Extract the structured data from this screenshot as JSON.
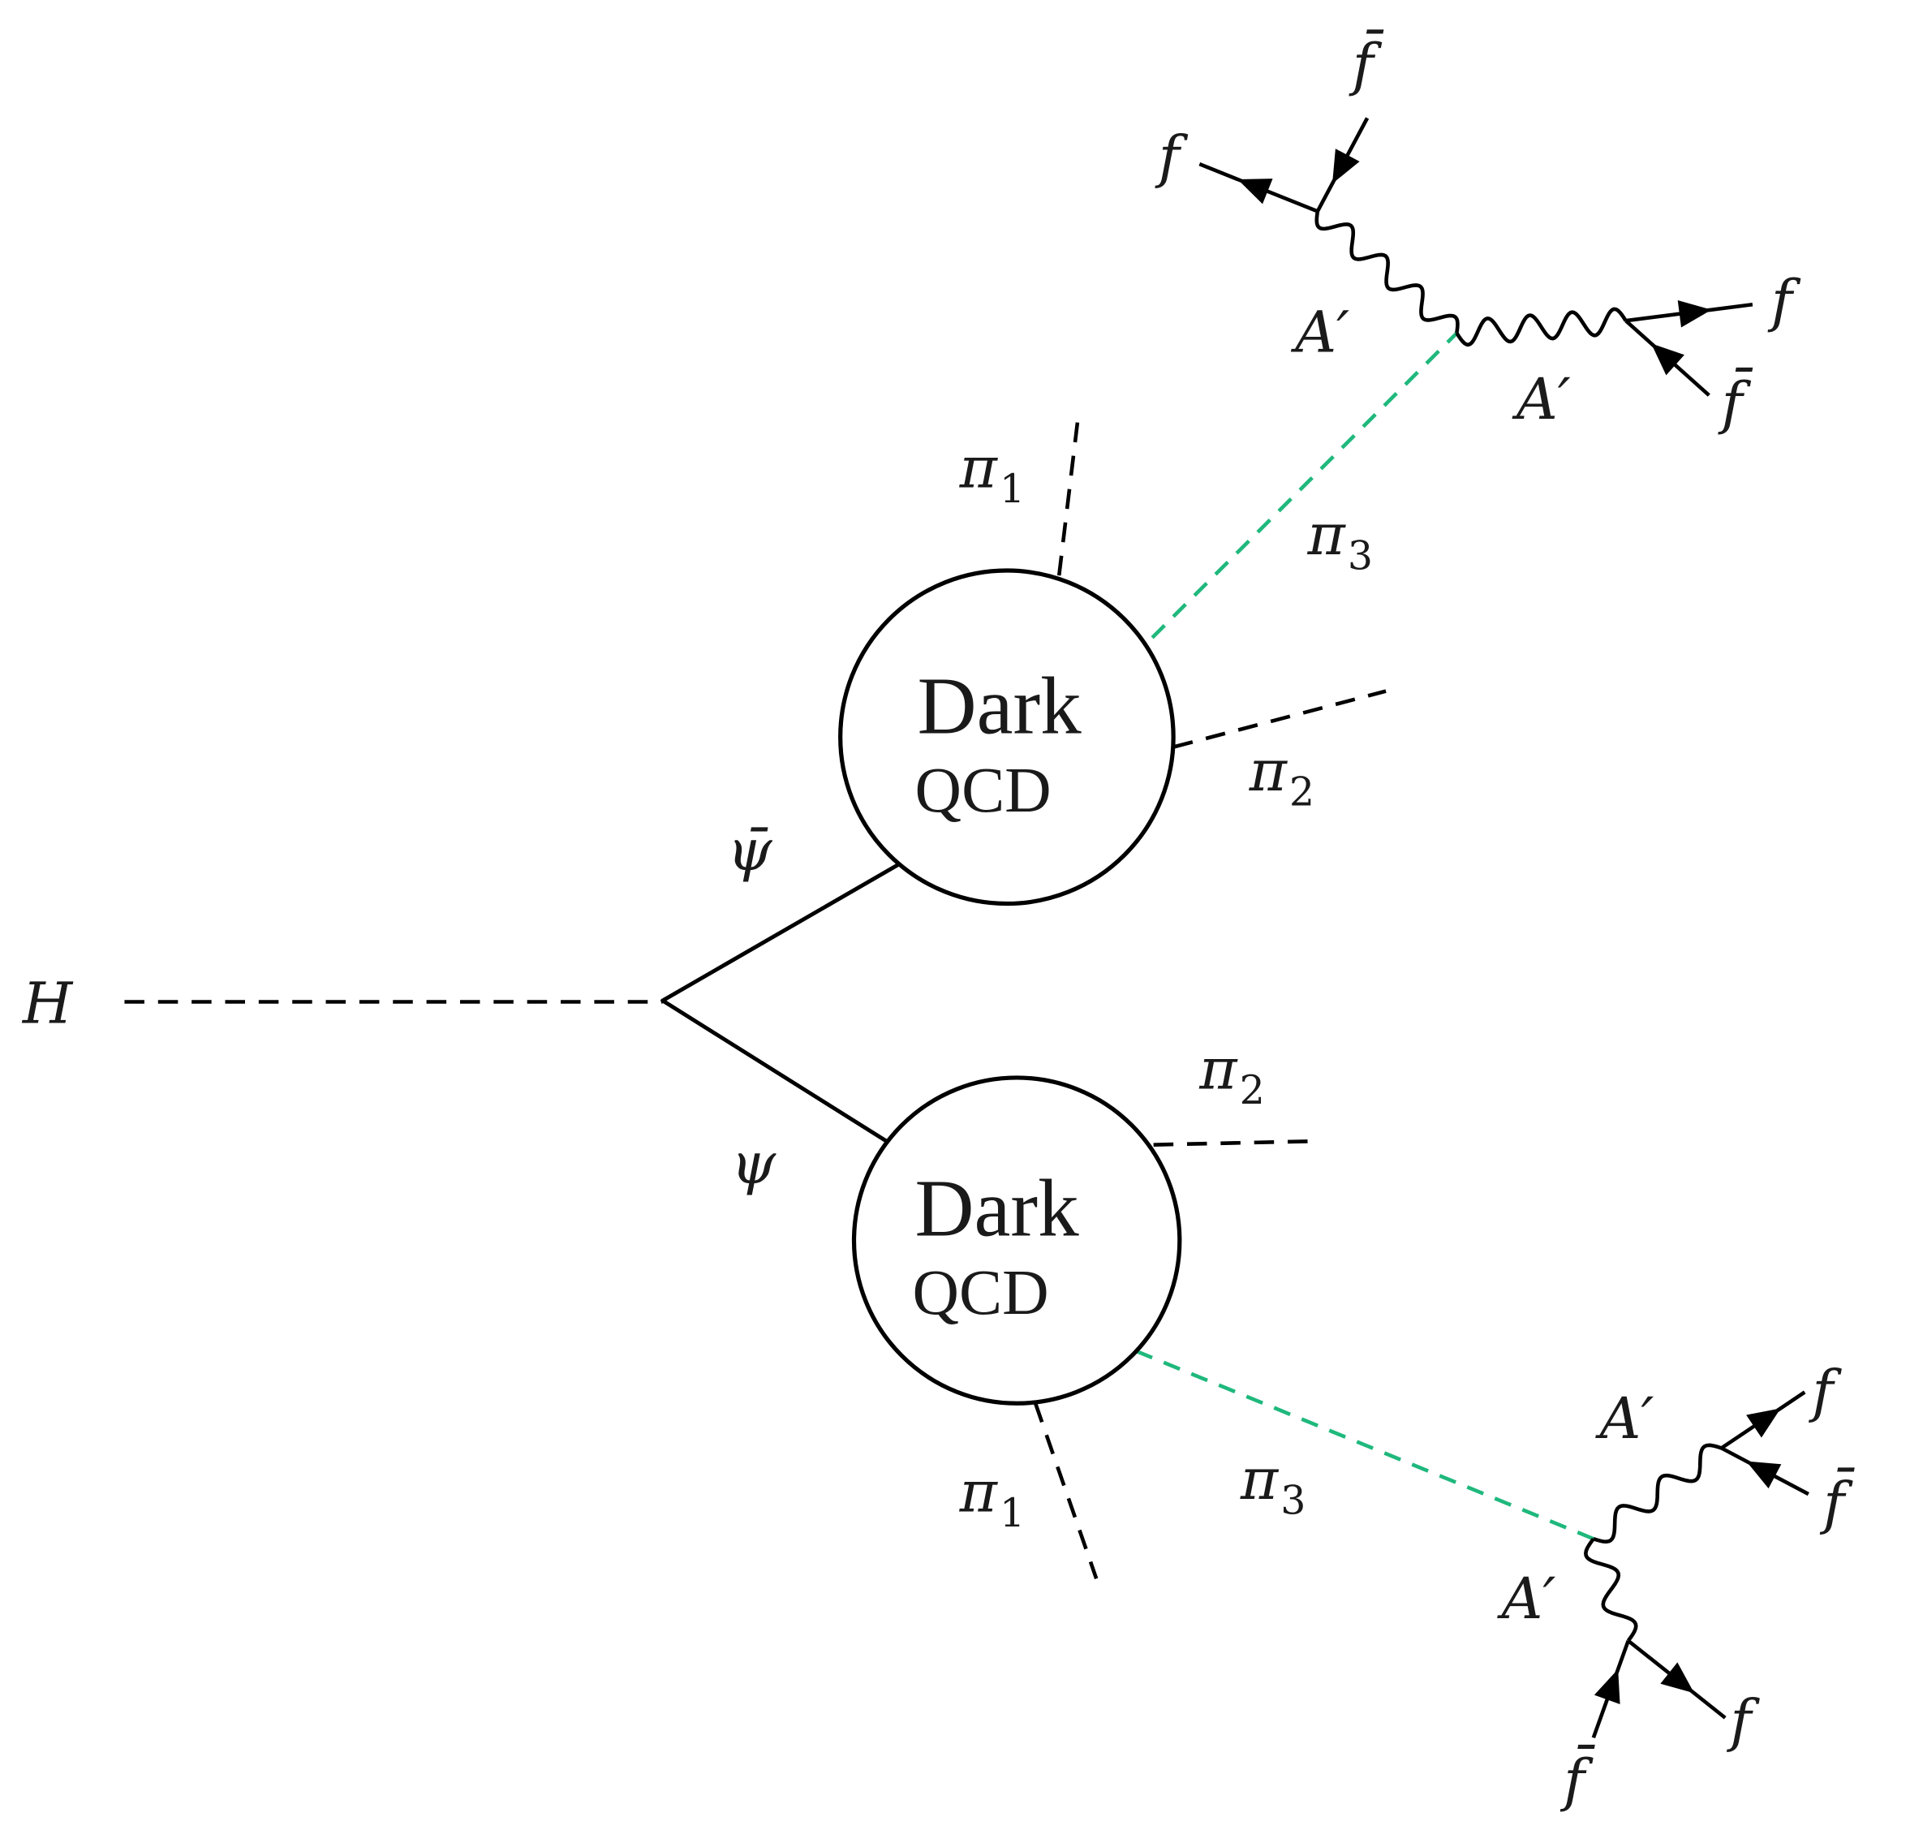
{
  "diagram": {
    "title": "Higgs decay to dark QCD showers",
    "colors": {
      "line": "#000000",
      "highlight": "#1fb87c",
      "background": "#ffffff"
    },
    "higgs": {
      "label": "H",
      "line_style": "dashed"
    },
    "quarks": {
      "anti": {
        "label": "ψ̄",
        "line_style": "solid"
      },
      "quark": {
        "label": "ψ",
        "line_style": "solid"
      }
    },
    "blobs": [
      {
        "id": "upper",
        "line1": "Dark",
        "line2": "QCD"
      },
      {
        "id": "lower",
        "line1": "Dark",
        "line2": "QCD"
      }
    ],
    "pions": {
      "upper": [
        {
          "base": "π",
          "sub": "1",
          "line_style": "dashed",
          "color": "black"
        },
        {
          "base": "π",
          "sub": "2",
          "line_style": "dashed",
          "color": "black"
        },
        {
          "base": "π",
          "sub": "3",
          "line_style": "dashed",
          "color": "highlight"
        }
      ],
      "lower": [
        {
          "base": "π",
          "sub": "2",
          "line_style": "dashed",
          "color": "black"
        },
        {
          "base": "π",
          "sub": "1",
          "line_style": "dashed",
          "color": "black"
        },
        {
          "base": "π",
          "sub": "3",
          "line_style": "dashed",
          "color": "highlight"
        }
      ]
    },
    "dark_photon_label": "A′",
    "fermion_label": "f",
    "antifermion_label": "f̄",
    "clusters": {
      "upper": {
        "photons": [
          {
            "label": "A′",
            "fermions": [
              {
                "label": "f",
                "direction": "out"
              },
              {
                "label": "f̄",
                "direction": "in"
              }
            ]
          },
          {
            "label": "A′",
            "fermions": [
              {
                "label": "f",
                "direction": "out"
              },
              {
                "label": "f̄",
                "direction": "in"
              }
            ]
          }
        ]
      },
      "lower": {
        "photons": [
          {
            "label": "A′",
            "fermions": [
              {
                "label": "f",
                "direction": "out"
              },
              {
                "label": "f̄",
                "direction": "in"
              }
            ]
          },
          {
            "label": "A′",
            "fermions": [
              {
                "label": "f",
                "direction": "out"
              },
              {
                "label": "f̄",
                "direction": "in"
              }
            ]
          }
        ]
      }
    }
  }
}
